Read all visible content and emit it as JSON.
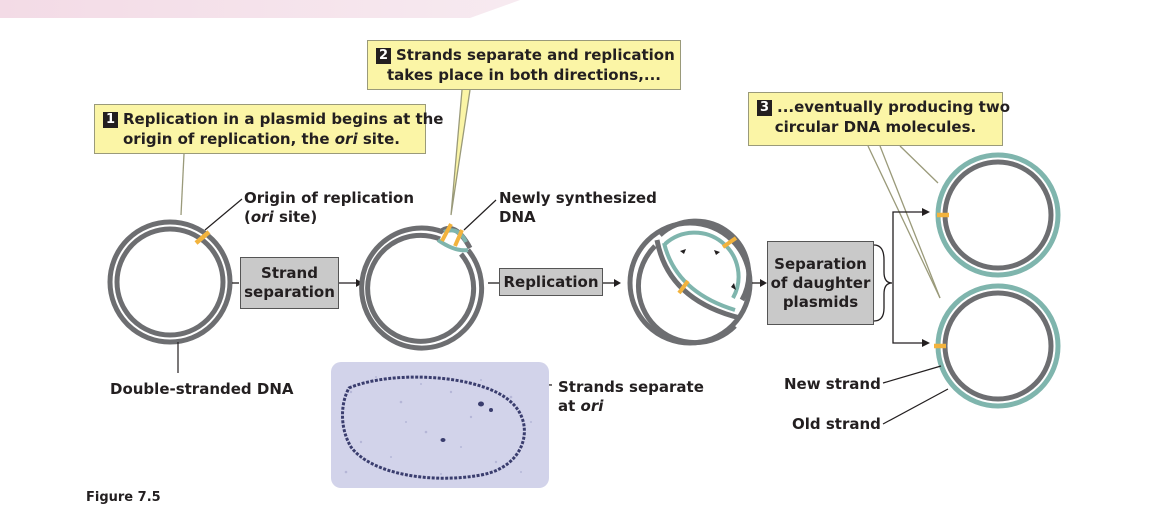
{
  "callouts": {
    "step1": {
      "num": "1",
      "line1": "Replication in a plasmid begins at the",
      "line2_pre": "origin of replication, the ",
      "line2_em": "ori",
      "line2_post": " site."
    },
    "step2": {
      "num": "2",
      "line1": "Strands separate and replication",
      "line2": "takes place in both directions,..."
    },
    "step3": {
      "num": "3",
      "line1": "...eventually producing two",
      "line2": "circular DNA molecules."
    }
  },
  "labels": {
    "origin_line1": "Origin of replication",
    "origin_line2_pre": "(",
    "origin_line2_em": "ori",
    "origin_line2_post": " site)",
    "newly_line1": "Newly synthesized",
    "newly_line2": "DNA",
    "double_stranded": "Double-stranded DNA",
    "strands_sep_line1": "Strands separate",
    "strands_sep_line2_pre": "at ",
    "strands_sep_line2_em": "ori",
    "new_strand": "New strand",
    "old_strand": "Old strand",
    "figure": "Figure 7.5"
  },
  "boxes": {
    "strand_separation_line1": "Strand",
    "strand_separation_line2": "separation",
    "replication": "Replication",
    "separation_line1": "Separation",
    "separation_line2": "of daughter",
    "separation_line3": "plasmids"
  },
  "colors": {
    "old_strand": "#6d6e71",
    "new_strand": "#7fb5ad",
    "origin_marker": "#f2b33d",
    "callout_fill": "#fbf5a6",
    "box_fill": "#c9c9c9"
  }
}
